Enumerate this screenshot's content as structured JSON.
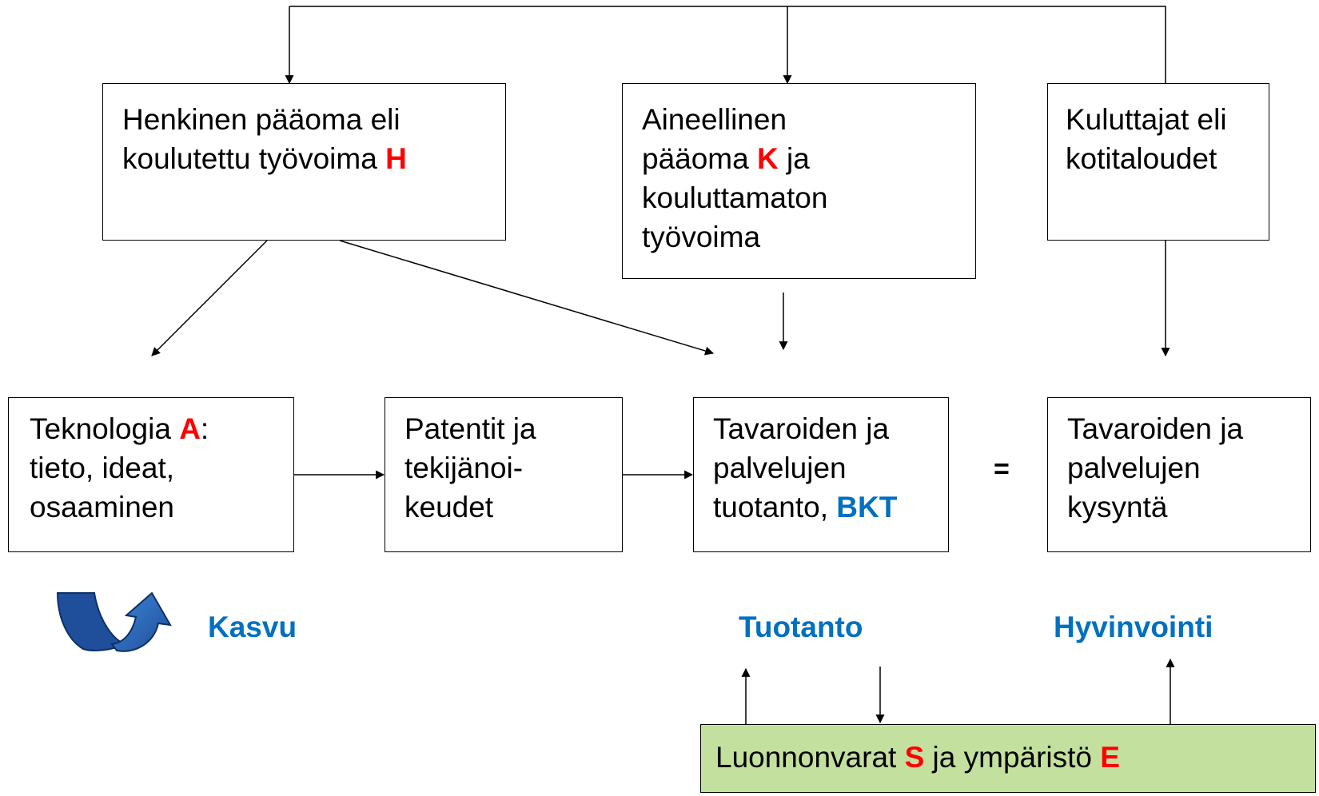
{
  "boxes": {
    "human_capital": {
      "line1": "Henkinen pääoma eli",
      "line2_pre": "koulutettu työvoima ",
      "line2_var": "H"
    },
    "physical_capital": {
      "line1": "Aineellinen",
      "line2_pre": "pääoma ",
      "line2_var": "K",
      "line2_post": " ja",
      "line3": "kouluttamaton",
      "line4": "työvoima"
    },
    "consumers": {
      "line1": "Kuluttajat eli",
      "line2": "kotitaloudet"
    },
    "technology": {
      "line1_pre": "Teknologia ",
      "line1_var": "A",
      "line1_post": ":",
      "line2": "tieto, ideat,",
      "line3": "osaaminen"
    },
    "patents": {
      "line1": "Patentit ja",
      "line2": "tekijänoi-",
      "line3": "keudet"
    },
    "production": {
      "line1": "Tavaroiden ja",
      "line2": "palvelujen",
      "line3_pre": "tuotanto, ",
      "line3_var": "BKT"
    },
    "demand": {
      "line1": "Tavaroiden ja",
      "line2": "palvelujen",
      "line3": "kysyntä"
    },
    "environment": {
      "text1": "Luonnonvarat ",
      "var1": "S",
      "text2": " ja ympäristö ",
      "var2": "E"
    }
  },
  "equals_sign": "=",
  "labels": {
    "growth": "Kasvu",
    "production": "Tuotanto",
    "welfare": "Hyvinvointi"
  },
  "colors": {
    "variable_red": "#ff0000",
    "label_blue": "#0070c0",
    "environment_fill": "#c4e09f",
    "growth_arrow_dark": "#1f4e9a",
    "growth_arrow_light": "#2e75d0"
  }
}
